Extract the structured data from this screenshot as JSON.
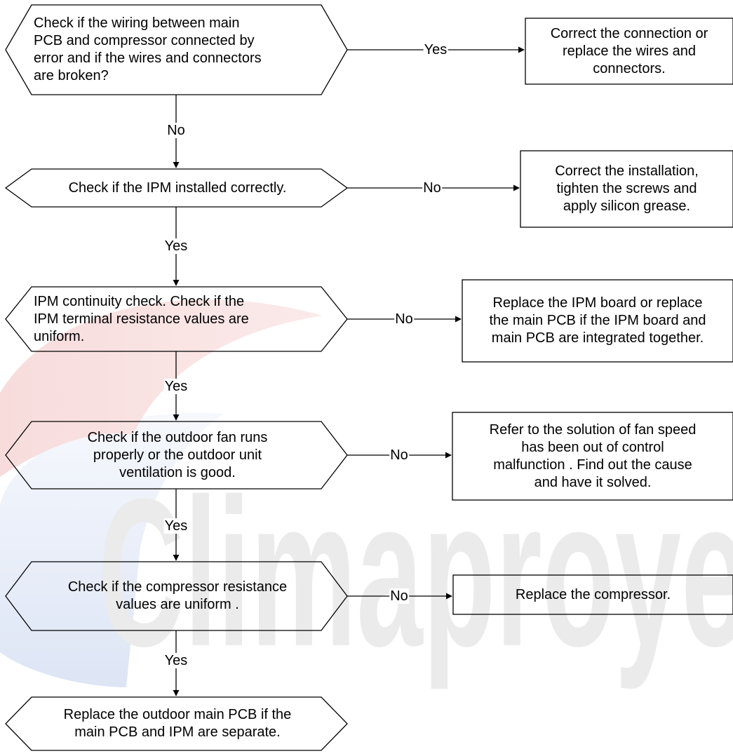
{
  "watermark": {
    "text": "Climaproyec"
  },
  "decisions": {
    "d1": [
      "Check if the wiring between main",
      "PCB and compressor connected by",
      "error and if the wires and connectors",
      "are broken?"
    ],
    "d2": [
      "Check if the IPM installed correctly."
    ],
    "d3": [
      "IPM continuity check. Check if the",
      "IPM terminal resistance values are",
      "uniform."
    ],
    "d4": [
      "Check if the outdoor fan runs",
      "properly or the outdoor unit",
      "ventilation is good."
    ],
    "d5": [
      "Check if the compressor resistance",
      "values are uniform ."
    ],
    "d6": [
      "Replace the outdoor main PCB if the",
      "main PCB and IPM are separate."
    ]
  },
  "actions": {
    "a1": [
      "Correct the connection or",
      "replace the wires and",
      "connectors."
    ],
    "a2": [
      "Correct the installation,",
      "tighten the screws and",
      "apply silicon grease."
    ],
    "a3": [
      "Replace the IPM board or replace",
      "the main PCB if the IPM board and",
      "main PCB are integrated together."
    ],
    "a4": [
      "Refer to the solution of fan speed",
      "has been out of control",
      "malfunction . Find out the cause",
      "and have it solved."
    ],
    "a5": [
      "Replace the compressor."
    ]
  },
  "branch_labels": {
    "d1_right": "Yes",
    "d1_down": "No",
    "d2_right": "No",
    "d2_down": "Yes",
    "d3_right": "No",
    "d3_down": "Yes",
    "d4_right": "No",
    "d4_down": "Yes",
    "d5_right": "No",
    "d5_down": "Yes"
  }
}
